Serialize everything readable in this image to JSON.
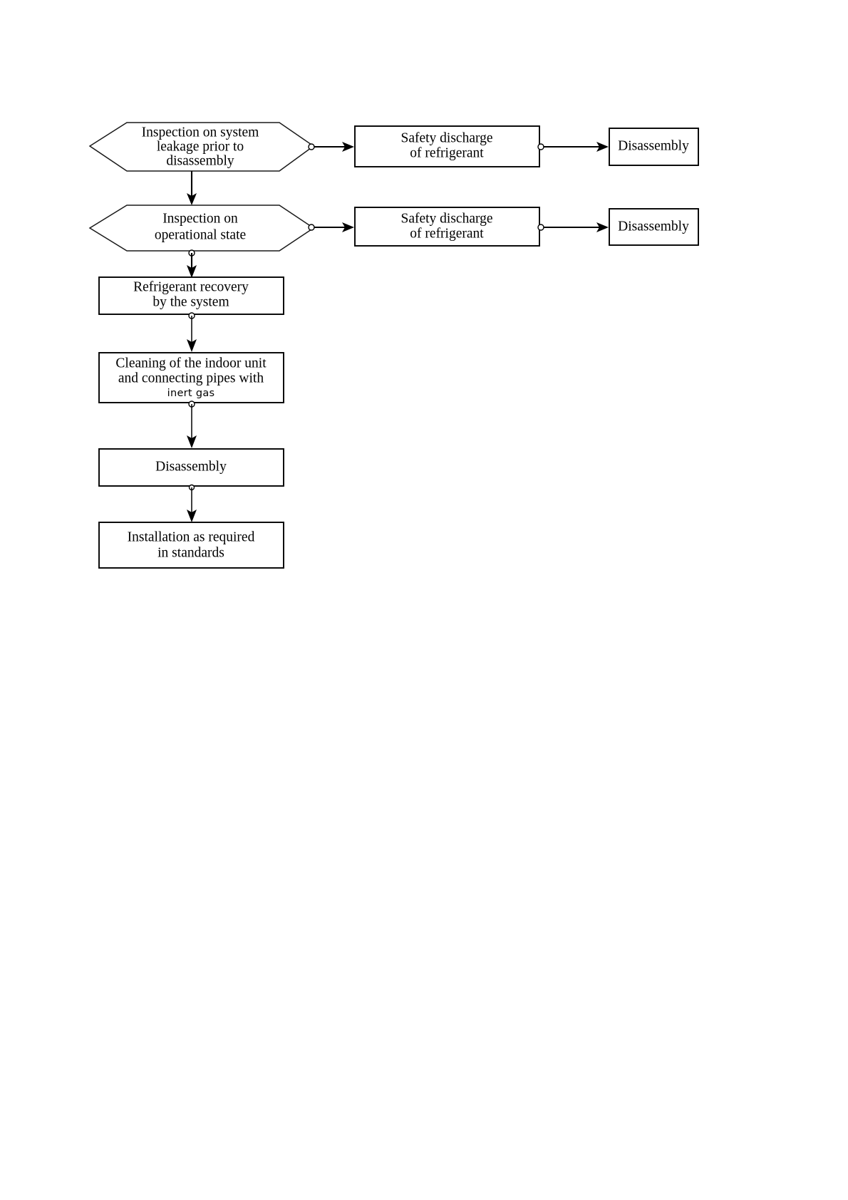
{
  "diagram": {
    "title": "Refrigerant system disassembly procedure flowchart",
    "type": "flowchart",
    "colors": {
      "background": "#ffffff",
      "stroke": "#000000",
      "text": "#000000"
    },
    "nodes": [
      {
        "id": "inspection-leakage",
        "shape": "hexagon",
        "lines": [
          "Inspection on system",
          "leakage prior to",
          "disassembly"
        ]
      },
      {
        "id": "safety-discharge-1",
        "shape": "rectangle",
        "lines": [
          "Safety discharge",
          "of refrigerant"
        ]
      },
      {
        "id": "disassembly-1",
        "shape": "rectangle",
        "lines": [
          "Disassembly"
        ]
      },
      {
        "id": "inspection-operational",
        "shape": "hexagon",
        "lines": [
          "Inspection on",
          "operational state"
        ]
      },
      {
        "id": "safety-discharge-2",
        "shape": "rectangle",
        "lines": [
          "Safety discharge",
          "of refrigerant"
        ]
      },
      {
        "id": "disassembly-2",
        "shape": "rectangle",
        "lines": [
          "Disassembly"
        ]
      },
      {
        "id": "refrigerant-recovery",
        "shape": "rectangle",
        "lines": [
          "Refrigerant recovery",
          "by the system"
        ]
      },
      {
        "id": "cleaning-indoor-unit",
        "shape": "rectangle",
        "lines": [
          "Cleaning of the indoor unit",
          "and connecting pipes with",
          "inert gas"
        ]
      },
      {
        "id": "disassembly-main",
        "shape": "rectangle",
        "lines": [
          "Disassembly"
        ]
      },
      {
        "id": "installation-standards",
        "shape": "rectangle",
        "lines": [
          "Installation as required",
          "in standards"
        ]
      }
    ],
    "edges": [
      {
        "from": "inspection-leakage",
        "to": "safety-discharge-1",
        "direction": "right"
      },
      {
        "from": "safety-discharge-1",
        "to": "disassembly-1",
        "direction": "right"
      },
      {
        "from": "inspection-leakage",
        "to": "inspection-operational",
        "direction": "down"
      },
      {
        "from": "inspection-operational",
        "to": "safety-discharge-2",
        "direction": "right"
      },
      {
        "from": "safety-discharge-2",
        "to": "disassembly-2",
        "direction": "right"
      },
      {
        "from": "inspection-operational",
        "to": "refrigerant-recovery",
        "direction": "down"
      },
      {
        "from": "refrigerant-recovery",
        "to": "cleaning-indoor-unit",
        "direction": "down"
      },
      {
        "from": "cleaning-indoor-unit",
        "to": "disassembly-main",
        "direction": "down"
      },
      {
        "from": "disassembly-main",
        "to": "installation-standards",
        "direction": "down"
      }
    ]
  }
}
